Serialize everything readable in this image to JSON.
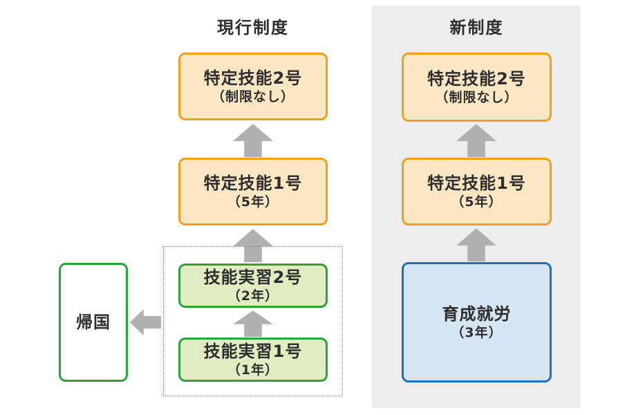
{
  "titles": {
    "current": "現行制度",
    "new": "新制度"
  },
  "current_system": {
    "tokutei2": {
      "label": "特定技能2号",
      "sub": "（制限なし）"
    },
    "tokutei1": {
      "label": "特定技能1号",
      "sub": "（5年）"
    },
    "jisshu2": {
      "label": "技能実習2号",
      "sub": "（2年）"
    },
    "jisshu1": {
      "label": "技能実習1号",
      "sub": "（1年）"
    },
    "kikoku": {
      "label": "帰国"
    }
  },
  "new_system": {
    "tokutei2": {
      "label": "特定技能2号",
      "sub": "（制限なし）"
    },
    "tokutei1": {
      "label": "特定技能1号",
      "sub": "（5年）"
    },
    "ikusei": {
      "label": "育成就労",
      "sub": "（3年）"
    }
  },
  "icons": {
    "arrow_up": "arrow-up-icon",
    "arrow_left": "arrow-left-icon"
  },
  "colors": {
    "orange_border": "#f0a01c",
    "orange_fill": "#fbe7c4",
    "green_border": "#2ca23c",
    "green_fill": "#dfedc1",
    "blue_border": "#1c70b7",
    "blue_fill": "#d5e5f2",
    "dotted_green": "#44a94c",
    "arrow_gray": "#b0b0b0",
    "panel_gray": "#ededed",
    "text": "#2d2d2d",
    "background": "#ffffff"
  }
}
